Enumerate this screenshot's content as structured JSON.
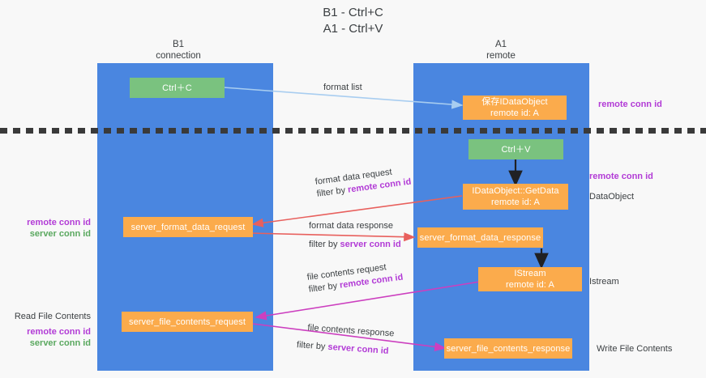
{
  "title": {
    "line1": "B1 - Ctrl+C",
    "line2": "A1 - Ctrl+V"
  },
  "columns": {
    "left": {
      "name": "B1",
      "role": "connection"
    },
    "right": {
      "name": "A1",
      "role": "remote"
    }
  },
  "nodes": {
    "ctrl_c": "Ctrl＋C",
    "ctrl_v": "Ctrl＋V",
    "save_dataobject_l1": "保存IDataObject",
    "save_dataobject_l2": "remote id: A",
    "getdata_l1": "IDataObject::GetData",
    "getdata_l2": "remote id: A",
    "istream_l1": "IStream",
    "istream_l2": "remote id: A",
    "server_format_data_request": "server_format_data_request",
    "server_format_data_response": "server_format_data_response",
    "server_file_contents_request": "server_file_contents_request",
    "server_file_contents_response": "server_file_contents_response"
  },
  "edges": {
    "format_list": "format list",
    "format_data_request": "format data request",
    "format_data_request_filter_prefix": "filter by ",
    "format_data_request_filter_key": "remote conn id",
    "format_data_response": "format data response",
    "format_data_response_filter_prefix": "filter by ",
    "format_data_response_filter_key": "server conn id",
    "file_contents_request": "file contents request",
    "file_contents_request_filter_prefix": "filter by ",
    "file_contents_request_filter_key": "remote conn id",
    "file_contents_response": "file contents response",
    "file_contents_response_filter_prefix": "filter by ",
    "file_contents_response_filter_key": "server conn id"
  },
  "annotations": {
    "right_remote_conn_id_top": "remote conn id",
    "right_remote_conn_id_mid": "remote conn id",
    "right_dataobject": "DataObject",
    "right_istream": "Istream",
    "right_write_file_contents": "Write File Contents",
    "left_remote_conn_id_mid": "remote conn id",
    "left_server_conn_id_mid": "server conn id",
    "left_read_file_contents": "Read File Contents",
    "left_remote_conn_id_bot": "remote conn id",
    "left_server_conn_id_bot": "server conn id"
  },
  "colors": {
    "lane": "#4a86e0",
    "node_green": "#7ac27f",
    "node_orange": "#fbab4c",
    "accent_purple": "#b23bd6",
    "accent_green": "#5aa85f",
    "arrow_blue": "#a8cdf0",
    "arrow_red": "#e8605d",
    "arrow_magenta": "#cc3fbf",
    "arrow_black": "#202124",
    "divider": "#3a3a3a"
  }
}
